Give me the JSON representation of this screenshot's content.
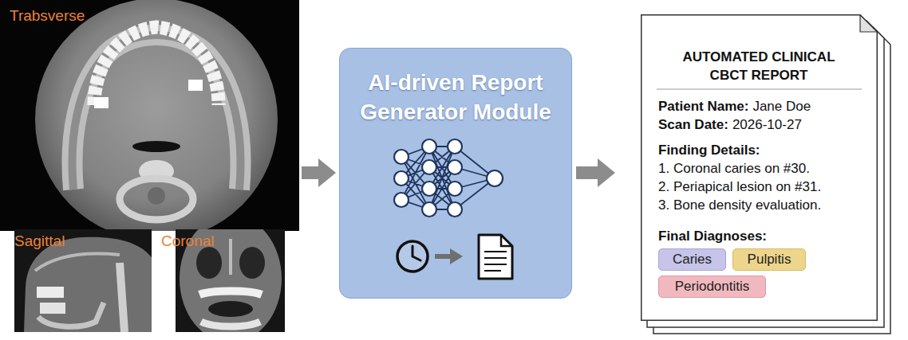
{
  "diagram": {
    "nodes": [
      {
        "text": [
          "Trabsverse"
        ]
      },
      {
        "text": [
          "Sagittal"
        ]
      },
      {
        "text": [
          "Coronal"
        ]
      },
      {
        "text": [
          "AI-driven Report Generator Module"
        ]
      },
      {
        "text": [
          "AUTOMATED CLINICAL CBCT REPORT",
          "Patient Name:",
          "Jane Doe",
          "Scan Date:",
          "2026-10-27",
          "Finding Details:",
          "1. Coronal caries on #30.",
          "2. Periapical lesion on #31.",
          "3. Bone density evaluation.",
          "Final Diagnoses:"
        ]
      },
      {
        "text": [
          "Caries"
        ],
        "in": 4
      },
      {
        "text": [
          "Pulpitis"
        ],
        "in": 4
      },
      {
        "text": [
          "Periodontitis"
        ],
        "in": 4
      }
    ],
    "edges": [
      {
        "from": 0,
        "to": 3,
        "arrow": "to"
      },
      {
        "from": 3,
        "to": 4,
        "arrow": "to"
      }
    ]
  }
}
